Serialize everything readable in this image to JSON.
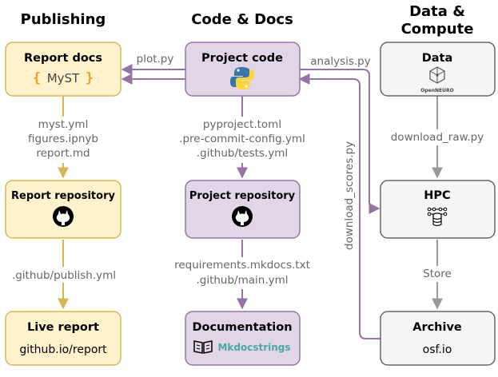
{
  "columns": {
    "publishing": "Publishing",
    "code_docs": "Code & Docs",
    "data_line1": "Data &",
    "data_line2": "Compute"
  },
  "nodes": {
    "report_docs": {
      "title": "Report docs",
      "logo_left": "{",
      "logo_text": "MyST",
      "logo_right": "}"
    },
    "report_repo": {
      "title": "Report repository"
    },
    "live_report": {
      "title": "Live report",
      "subtitle": "github.io/report"
    },
    "project_code": {
      "title": "Project code"
    },
    "project_repo": {
      "title": "Project repository"
    },
    "documentation": {
      "title": "Documentation",
      "logo_text": "Mkdocstrings"
    },
    "data": {
      "title": "Data",
      "logo_text": "OpenNEURO"
    },
    "hpc": {
      "title": "HPC"
    },
    "archive": {
      "title": "Archive",
      "subtitle": "osf.io"
    }
  },
  "edges": {
    "plot": "plot.py",
    "analysis": "analysis.py",
    "download_scores": "download_scores.py",
    "myst_yml": "myst.yml",
    "figures": "figures.ipnyb",
    "report_md": "report.md",
    "pyproject": "pyproject.toml",
    "precommit": ".pre-commit-config.yml",
    "tests": ".github/tests.yml",
    "publish": ".github/publish.yml",
    "requirements": "requirements.mkdocs.txt",
    "main_yml": ".github/main.yml",
    "download_raw": "download_raw.py",
    "store": "Store"
  },
  "colors": {
    "publishing_fill": "#fff2cc",
    "publishing_stroke": "#d6b656",
    "code_fill": "#e1d5e7",
    "code_stroke": "#9673a6",
    "data_fill": "#f5f5f5",
    "data_stroke": "#666666",
    "purple_arrow": "#9673a6",
    "yellow_arrow": "#d6b656",
    "gray_arrow": "#999999"
  },
  "icons": [
    "myst-logo",
    "python-icon",
    "github-icon",
    "openneuro-logo",
    "hpc-cluster-icon",
    "mkdocs-book-icon"
  ]
}
